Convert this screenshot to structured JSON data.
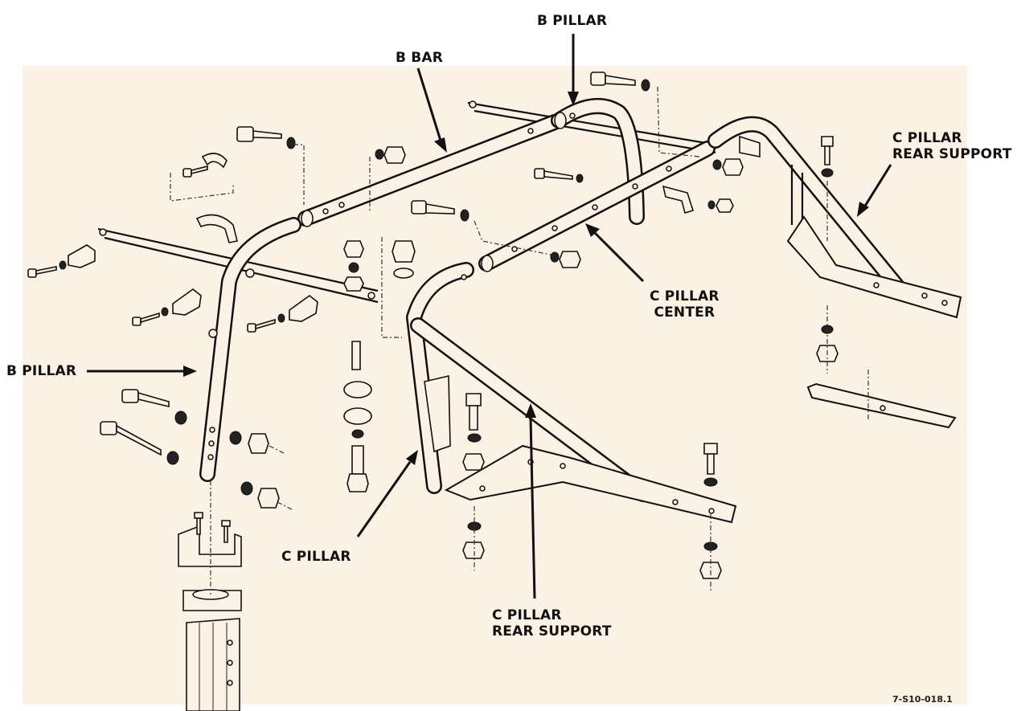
{
  "labels": {
    "b_pillar_top": "B PILLAR",
    "b_bar": "B BAR",
    "c_pillar_rear_support_right": "C PILLAR\nREAR SUPPORT",
    "c_pillar_center": "C PILLAR\nCENTER",
    "b_pillar_left": "B PILLAR",
    "c_pillar": "C PILLAR",
    "c_pillar_rear_support_bottom": "C PILLAR\nREAR SUPPORT"
  },
  "figure_number": "7-S10-018.1",
  "colors": {
    "background_panel": "#fbf1e4",
    "ink": "#111111"
  }
}
